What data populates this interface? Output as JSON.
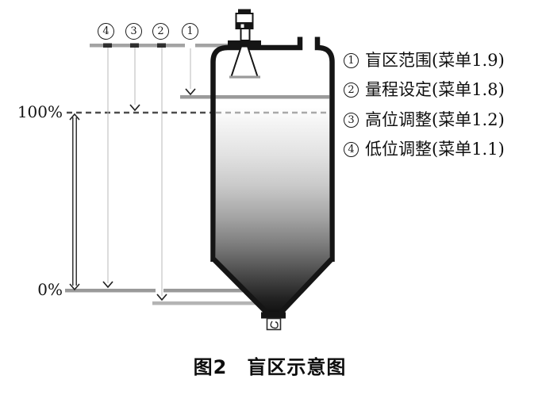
{
  "figure": {
    "caption": "图2　盲区示意图"
  },
  "scale": {
    "top_label": "100%",
    "bottom_label": "0%"
  },
  "top_markers": [
    {
      "num": "4"
    },
    {
      "num": "3"
    },
    {
      "num": "2"
    },
    {
      "num": "1"
    }
  ],
  "legend": {
    "items": [
      {
        "num": "1",
        "label": "盲区范围(菜单1.9)"
      },
      {
        "num": "2",
        "label": "量程设定(菜单1.8)"
      },
      {
        "num": "3",
        "label": "高位调整(菜单1.2)"
      },
      {
        "num": "4",
        "label": "低位调整(菜单1.1)"
      }
    ]
  },
  "icons": {
    "tank": "storage-silo-with-cone-bottom",
    "sensor": "radar-level-transmitter-with-horn-antenna"
  },
  "colors": {
    "outline_black": "#151515",
    "line_gray": "#9a9a9a",
    "reference_gray": "#a3a3a3",
    "light_line_gray": "#b4b4b4",
    "dash_dark": "#4d4d4d",
    "fill_top": "#ffffff",
    "fill_bottom": "#131313"
  }
}
